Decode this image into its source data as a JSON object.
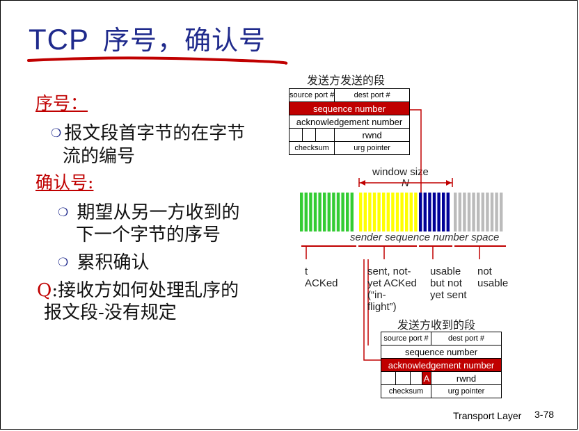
{
  "title": {
    "tcp": "TCP",
    "rest": "序号，确认号"
  },
  "left": {
    "seq_header": "序号：",
    "seq_desc_line1": "报文段首字节的在字节",
    "seq_desc_line2": "流的编号",
    "ack_header": "确认号:",
    "ack_desc1_line1": "期望从另一方收到的",
    "ack_desc1_line2": "下一个字节的序号",
    "ack_desc2": "累积确认",
    "q_prefix": "Q",
    "q_line1": ":接收方如何处理乱序的",
    "q_line2": "报文段-没有规定"
  },
  "sender_segment": {
    "caption": "发送方发送的段",
    "source_port": "source port #",
    "dest_port": "dest port #",
    "sequence_number": "sequence number",
    "ack_number": "acknowledgement number",
    "rwnd": "rwnd",
    "checksum": "checksum",
    "urg_pointer": "urg pointer"
  },
  "receiver_segment": {
    "caption": "发送方收到的段",
    "source_port": "source port #",
    "dest_port": "dest port #",
    "sequence_number": "sequence number",
    "ack_number": "acknowledgement number",
    "flag": "A",
    "rwnd": "rwnd",
    "checksum": "checksum",
    "urg_pointer": "urg pointer"
  },
  "sequence_space": {
    "window_size": "window size",
    "n": "N",
    "axis_label": "sender sequence number space",
    "colors": {
      "acked": "#33cc33",
      "in_flight": "#ffff00",
      "usable": "#000099",
      "not_usable": "#bbbbbb"
    },
    "labels": {
      "acked": [
        "t",
        "ACKed"
      ],
      "in_flight": [
        "sent, not-",
        "yet ACKed",
        "(“in-",
        "flight”)"
      ],
      "usable": [
        "usable",
        "but not",
        "yet sent"
      ],
      "not_usable": [
        "not",
        "usable"
      ]
    }
  },
  "footer": {
    "course": "Transport Layer",
    "page": "3-78"
  }
}
